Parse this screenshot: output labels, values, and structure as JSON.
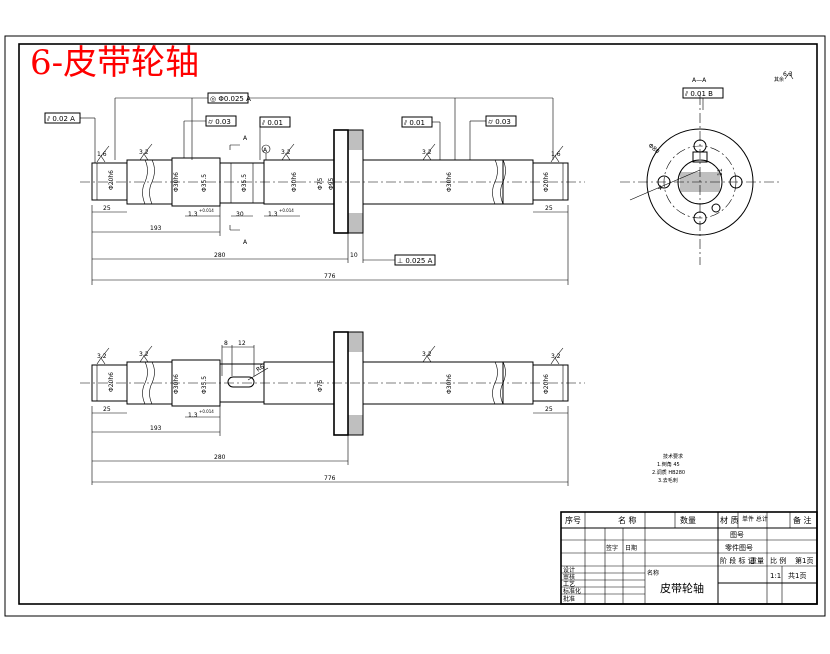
{
  "title": "6-皮带轮轴",
  "colors": {
    "title": "#ff0000",
    "line": "#000000",
    "background": "#ffffff"
  },
  "view1": {
    "tol_top_center": "◎ Φ0.025 A",
    "tol_left": "⫽ 0.02 A",
    "tol_bore1": "⌭ 0.03",
    "tol_par1": "⫽ 0.01",
    "tol_par2": "⫽ 0.01",
    "tol_bore2": "⌭ 0.03",
    "tol_bottom": "⊥ 0.025 A",
    "rough_a": "1.6",
    "rough_b": "3.2",
    "rough_c": "3.2",
    "rough_d": "3.2",
    "rough_e": "1.6",
    "datum": "A",
    "section_mark_top": "A",
    "section_mark_bot": "A",
    "d1": "Φ20h6",
    "d2": "Φ30h6",
    "d3": "Φ35.5",
    "d4": "Φ35.5",
    "d5": "Φ30h6",
    "d6": "Φ75",
    "d7": "Φ95",
    "d8": "Φ30h6",
    "d9": "Φ20h6",
    "dim_25a": "25",
    "dim_25b": "25",
    "dim_30": "30",
    "dim_13a": "1.3",
    "dim_13b": "1.3",
    "tol_13a": "+0.014",
    "tol_13b": "+0.014",
    "dim_193": "193",
    "dim_280": "280",
    "dim_10": "10",
    "dim_776": "776"
  },
  "view2": {
    "rough_a": "3.2",
    "rough_b": "3.2",
    "rough_c": "3.2",
    "rough_d": "3.2",
    "d1": "Φ20h6",
    "d2": "Φ30h6",
    "d3": "Φ35.5",
    "d6": "Φ75",
    "d8": "Φ30h6",
    "d9": "Φ20h6",
    "dim_8": "8",
    "dim_12": "12",
    "dim_r": "R6",
    "dim_25a": "25",
    "dim_25b": "25",
    "dim_13": "1.3",
    "tol_13": "+0.014",
    "dim_193": "193",
    "dim_280": "280",
    "dim_776": "776"
  },
  "section": {
    "label": "A—A",
    "tol": "⫽ 0.01 B",
    "rough_other": "6.3",
    "rough_other_label": "其余",
    "dim_phi": "Φ80",
    "dim_11": "11",
    "dim_4": "4",
    "dim_45": "45°"
  },
  "notes": {
    "heading": "技术要求",
    "lines": [
      "1.倒角 45",
      "2.调质 HB280",
      "3.去毛刺"
    ]
  },
  "title_block": {
    "h_seq": "序号",
    "h_name": "名  称",
    "h_qty": "数量",
    "h_mat": "材  质",
    "h_weight": "单件 总计",
    "h_note": "备 注",
    "drawing_no": "图号",
    "part_name_hdr": "零件图号",
    "stage_mark": "阶 段 标 记",
    "weight": "重量",
    "scale": "比 例",
    "scale_val": "1:1",
    "sheet": "共1页",
    "sheet_no": "第1页",
    "sign": "签字",
    "date": "日期",
    "roles": [
      "设计",
      "审核",
      "工艺",
      "标准化",
      "批准"
    ],
    "material": "名称",
    "part_name": "皮带轮轴"
  }
}
